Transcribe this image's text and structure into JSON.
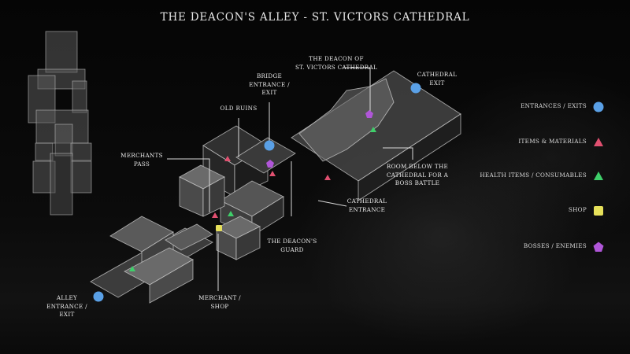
{
  "title": "THE DEACON'S ALLEY - ST. VICTORS CATHEDRAL",
  "colors": {
    "entrance": "#5aa0e6",
    "item": "#e05070",
    "health": "#3fcf6a",
    "shop": "#e6e05a",
    "boss": "#b056d8",
    "label_text": "#e9e9e9",
    "leader_line": "#d8d8d8"
  },
  "labels": {
    "deacon_of_cathedral": "THE DEACON OF\nST. VICTORS CATHEDRAL",
    "cathedral_exit": "CATHEDRAL\nEXIT",
    "bridge_entrance": "BRIDGE\nENTRANCE /\nEXIT",
    "old_ruins": "OLD RUINS",
    "merchants_pass": "MERCHANTS\nPASS",
    "room_below": "ROOM BELOW THE\nCATHEDRAL FOR A\nBOSS BATTLE",
    "cathedral_entrance": "CATHEDRAL\nENTRANCE",
    "deacons_guard": "THE DEACON'S\nGUARD",
    "merchant_shop": "MERCHANT /\nSHOP",
    "alley_entrance": "ALLEY\nENTRANCE /\nEXIT"
  },
  "legend": [
    {
      "label": "ENTRANCES / EXITS",
      "icon": "circle-icon",
      "color_key": "entrance"
    },
    {
      "label": "ITEMS & MATERIALS",
      "icon": "triangle-icon",
      "color_key": "item"
    },
    {
      "label": "HEALTH ITEMS / CONSUMABLES",
      "icon": "triangle-icon",
      "color_key": "health"
    },
    {
      "label": "SHOP",
      "icon": "square-icon",
      "color_key": "shop"
    },
    {
      "label": "BOSSES / ENEMIES",
      "icon": "pentagon-icon",
      "color_key": "boss"
    }
  ],
  "markers": {
    "entrances": [
      "cathedral-exit",
      "bridge-entrance",
      "alley-entrance"
    ],
    "items": [
      "old-ruins-item",
      "bridge-item",
      "cathedral-entrance-item",
      "merchants-pass-item"
    ],
    "health": [
      "cathedral-health",
      "merchants-pass-health",
      "alley-health"
    ],
    "shop": [
      "merchant-shop"
    ],
    "bosses": [
      "deacon-boss",
      "deacons-guard-boss"
    ]
  }
}
